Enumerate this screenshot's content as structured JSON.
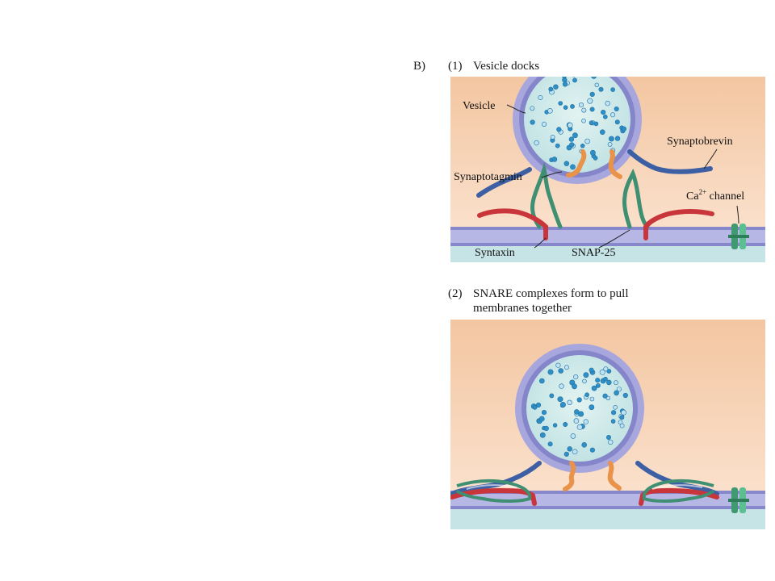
{
  "figure": {
    "part_label": "B)",
    "step1": {
      "number": "(1)",
      "title": "Vesicle docks"
    },
    "step2": {
      "number": "(2)",
      "title_line1": "SNARE complexes form to pull",
      "title_line2": "membranes together"
    }
  },
  "labels": {
    "vesicle": "Vesicle",
    "synaptobrevin": "Synaptobrevin",
    "synaptotagmin": "Synaptotagmin",
    "ca_channel_prefix": "Ca",
    "ca_channel_sup": "2+",
    "ca_channel_suffix": " channel",
    "syntaxin": "Syntaxin",
    "snap25": "SNAP-25"
  },
  "colors": {
    "cytoplasm_top": "#f3c7a3",
    "cytoplasm_bottom": "#fbe4d2",
    "vesicle_lumen": "#cfeaea",
    "membrane": "#9a9ad6",
    "membrane_dark": "#7c7cc4",
    "extracellular": "#c7e4e6",
    "synaptobrevin": "#3f63a8",
    "synaptotagmin": "#e8954a",
    "syntaxin": "#c8363b",
    "snap25": "#3f8f72",
    "ca_channel": "#3f9a72",
    "dots": "#2f8fc7"
  }
}
